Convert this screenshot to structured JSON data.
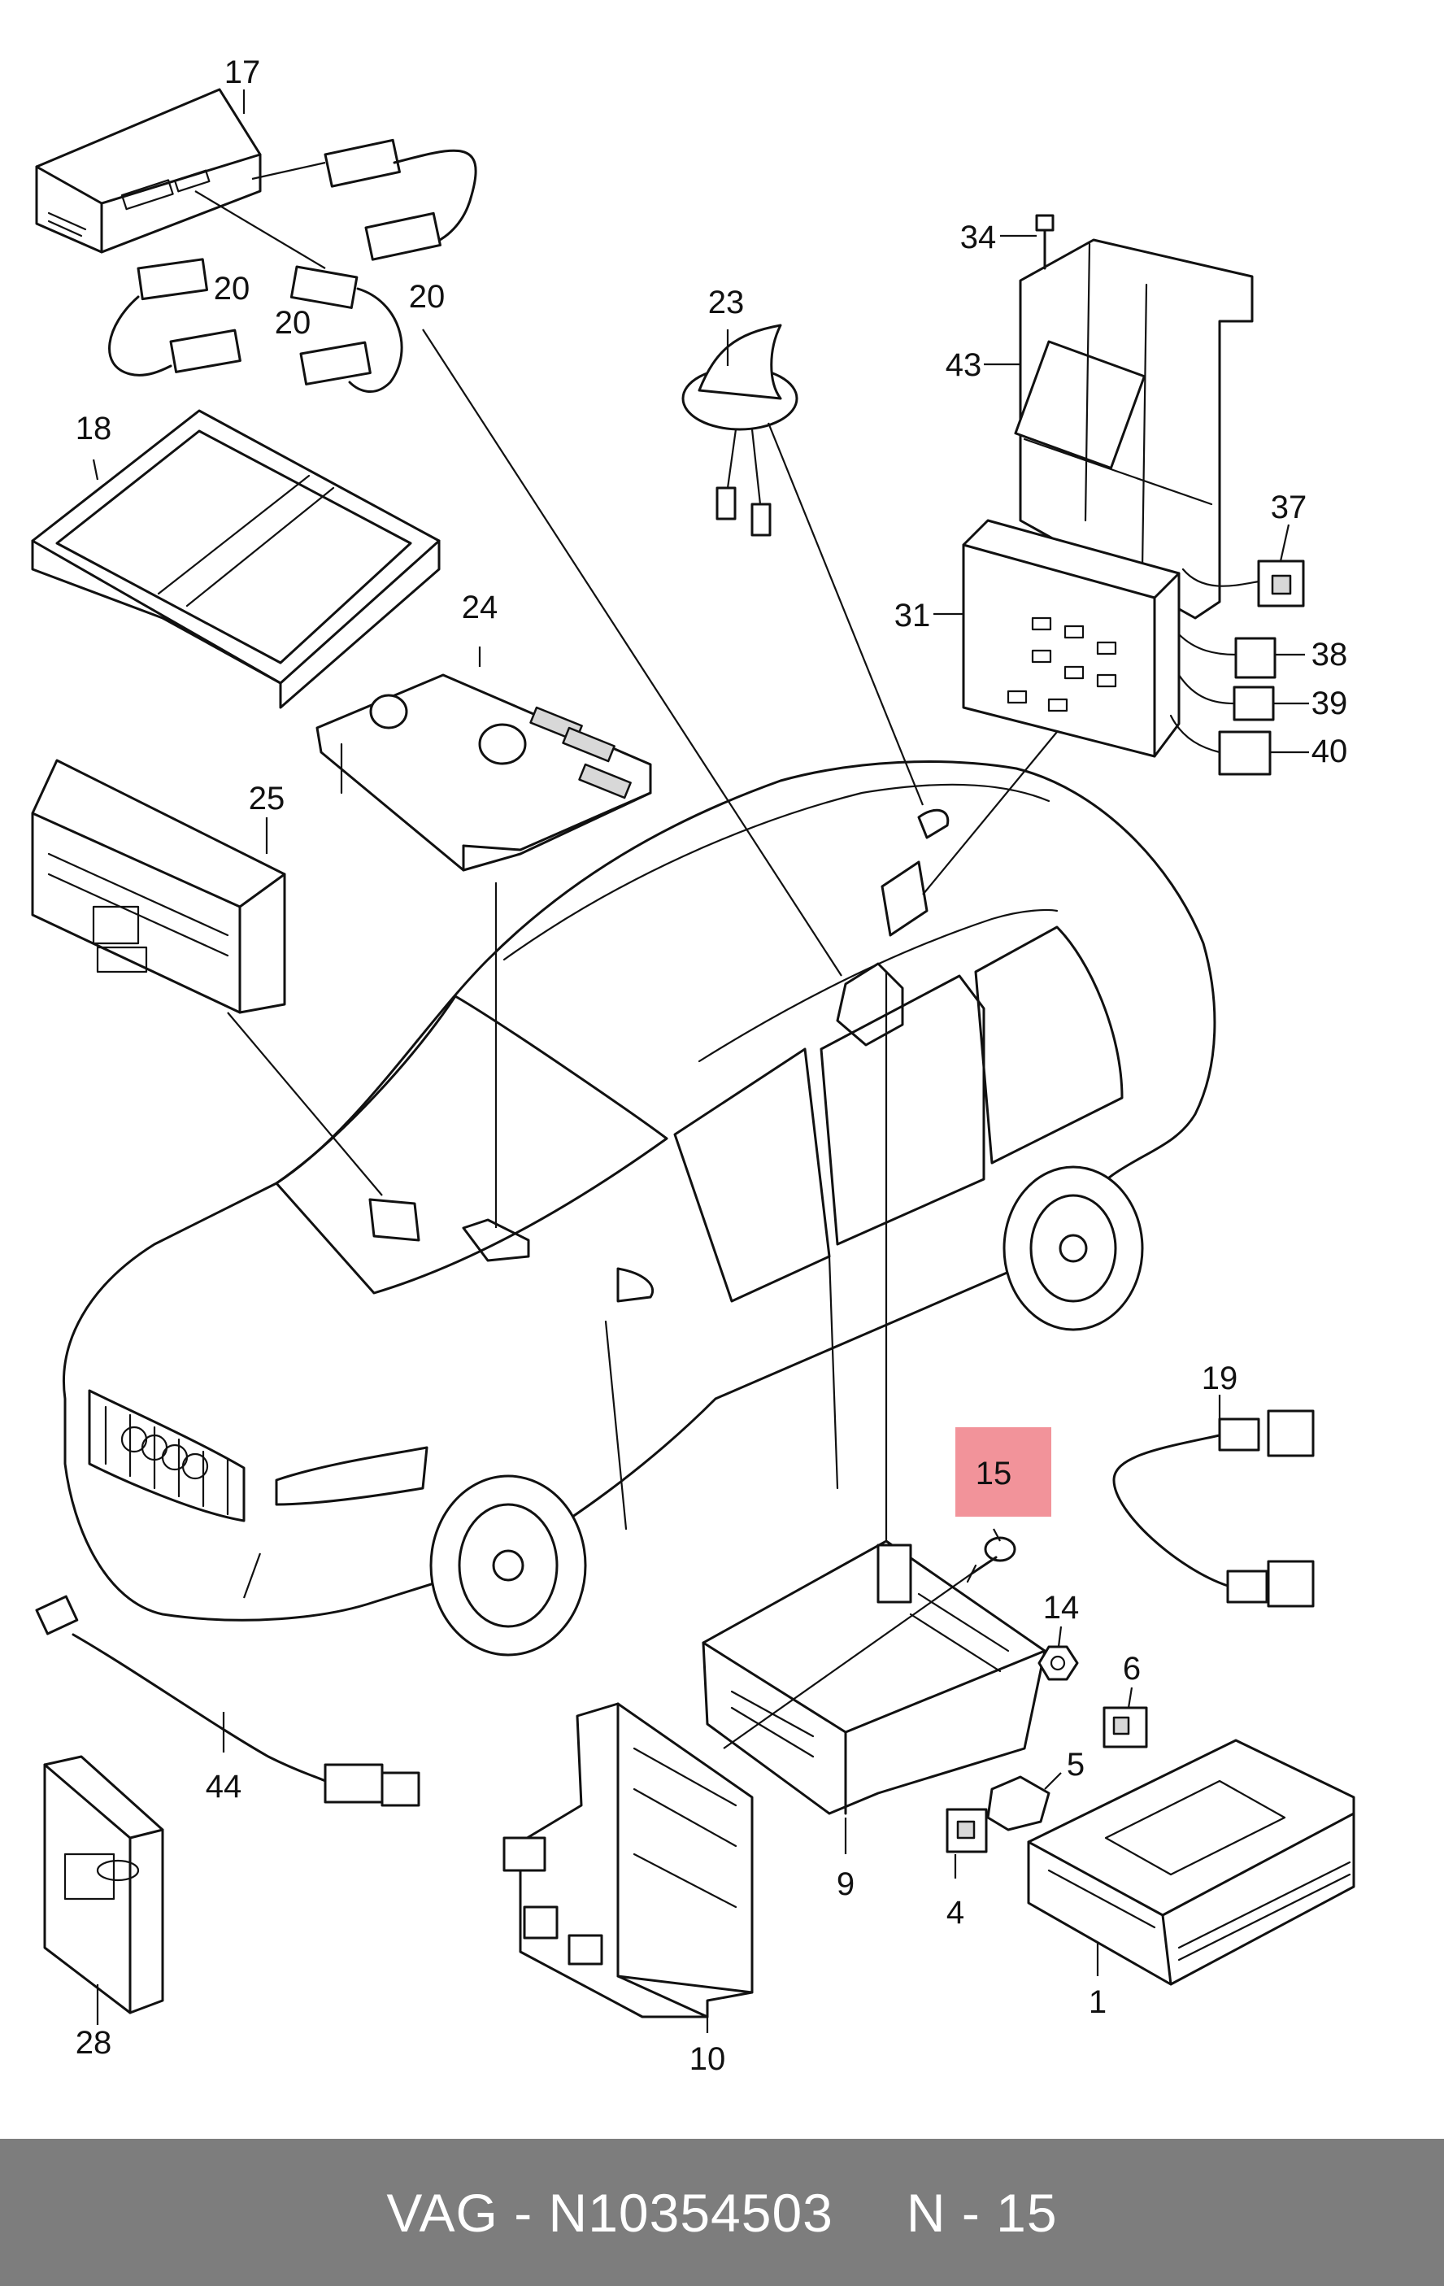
{
  "diagram": {
    "callouts": [
      {
        "id": "17",
        "label": "17"
      },
      {
        "id": "20a",
        "label": "20"
      },
      {
        "id": "20b",
        "label": "20"
      },
      {
        "id": "20c",
        "label": "20"
      },
      {
        "id": "18",
        "label": "18"
      },
      {
        "id": "23",
        "label": "23"
      },
      {
        "id": "24",
        "label": "24"
      },
      {
        "id": "25",
        "label": "25"
      },
      {
        "id": "34",
        "label": "34"
      },
      {
        "id": "43",
        "label": "43"
      },
      {
        "id": "37",
        "label": "37"
      },
      {
        "id": "31",
        "label": "31"
      },
      {
        "id": "38",
        "label": "38"
      },
      {
        "id": "39",
        "label": "39"
      },
      {
        "id": "40",
        "label": "40"
      },
      {
        "id": "19",
        "label": "19"
      },
      {
        "id": "15",
        "label": "15",
        "highlighted": true
      },
      {
        "id": "14",
        "label": "14"
      },
      {
        "id": "6",
        "label": "6"
      },
      {
        "id": "5",
        "label": "5"
      },
      {
        "id": "44",
        "label": "44"
      },
      {
        "id": "9",
        "label": "9"
      },
      {
        "id": "4",
        "label": "4"
      },
      {
        "id": "1",
        "label": "1"
      },
      {
        "id": "28",
        "label": "28"
      },
      {
        "id": "10",
        "label": "10"
      }
    ],
    "highlight_color": "#f2939a"
  },
  "footer": {
    "part_number": "VAG - N10354503",
    "position": "N - 15",
    "background": "#7d7d7d"
  }
}
